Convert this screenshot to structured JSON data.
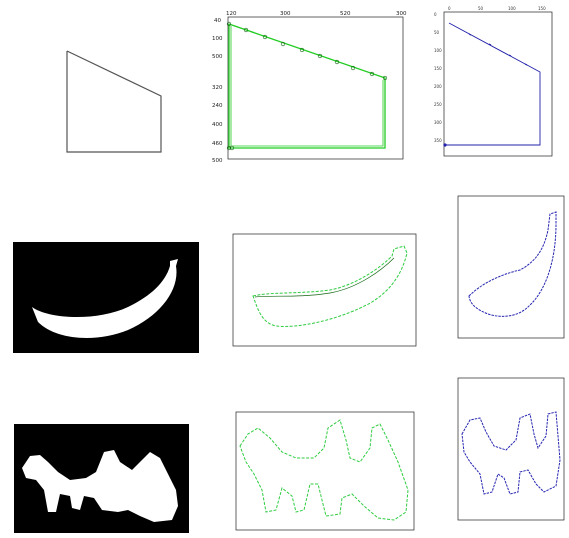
{
  "panel_a": {
    "original": {
      "description": ""
    },
    "contour_plot": {
      "x_ticks": [
        "120",
        "300",
        "520",
        "300"
      ],
      "y_ticks": [
        "40",
        "100",
        "500",
        "240",
        "400",
        "460",
        "320",
        "500"
      ]
    },
    "descriptor_plot": {
      "x_ticks": [
        "0",
        "50",
        "100",
        "150"
      ],
      "y_ticks": [
        "0",
        "50",
        "100",
        "150",
        "200",
        "250",
        "300",
        "350"
      ]
    }
  },
  "colors": {
    "green_contour": "#22cc22",
    "blue_contour": "#2222aa",
    "grey_outline": "#555555",
    "mask_bg": "#000000",
    "mask_fg": "#ffffff"
  }
}
